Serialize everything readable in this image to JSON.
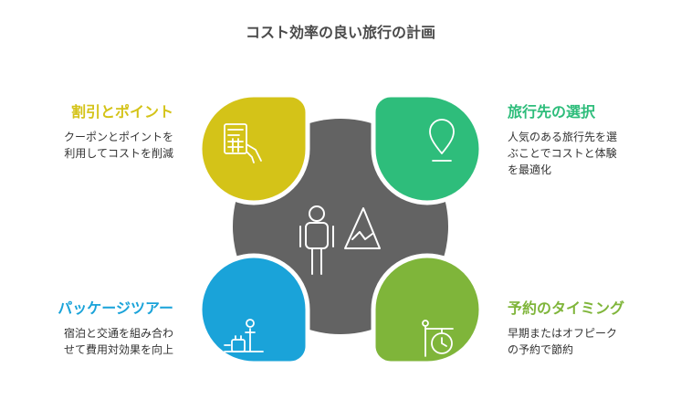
{
  "title": "コスト効率の良い旅行の計画",
  "center_icon": "hiker-mountain-icon",
  "items": [
    {
      "heading": "割引とポイント",
      "desc_line1": "クーポンとポイントを",
      "desc_line2": "利用してコストを削減",
      "desc_line3": "",
      "color": "#d4c318",
      "icon": "receipt-hand-icon"
    },
    {
      "heading": "旅行先の選択",
      "desc_line1": "人気のある旅行先を選",
      "desc_line2": "ぶことでコストと体験",
      "desc_line3": "を最適化",
      "color": "#2ebd7b",
      "icon": "location-pin-icon"
    },
    {
      "heading": "パッケージツアー",
      "desc_line1": "宿泊と交通を組み合わ",
      "desc_line2": "せて費用対効果を向上",
      "desc_line3": "",
      "color": "#1aa3d9",
      "icon": "luggage-stand-icon"
    },
    {
      "heading": "予約のタイミング",
      "desc_line1": "早期またはオフピーク",
      "desc_line2": "の予約で節約",
      "desc_line3": "",
      "color": "#7fb53a",
      "icon": "clock-sign-icon"
    }
  ]
}
